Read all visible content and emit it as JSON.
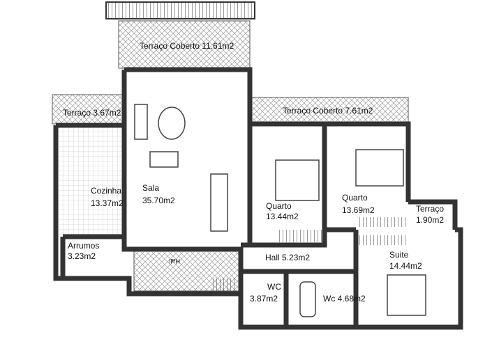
{
  "rooms": {
    "terraco_coberto_top": "Terraço Coberto  11.61m2",
    "terraco_left": "Terraço 3.67m2",
    "terraco_coberto_right": "Terraço Coberto 7.61m2",
    "cozinha_name": "Cozinha",
    "cozinha_area": "13.37m2",
    "sala_name": "Sala",
    "sala_area": "35.70m2",
    "quarto1_name": "Quarto",
    "quarto1_area": "13.44m2",
    "quarto2_name": "Quarto",
    "quarto2_area": "13.69m2",
    "terraco_small_name": "Terraço",
    "terraco_small_area": "1.90m2",
    "arrumos_name": "Arrumos",
    "arrumos_area": "3.23m2",
    "hall": "Hall 5.23m2",
    "hall_flipped": "Hall",
    "wc_name": "WC",
    "wc_area": "3.87m2",
    "wc2": "Wc 4.68m2",
    "suite_name": "Suite",
    "suite_area": "14.44m2"
  }
}
